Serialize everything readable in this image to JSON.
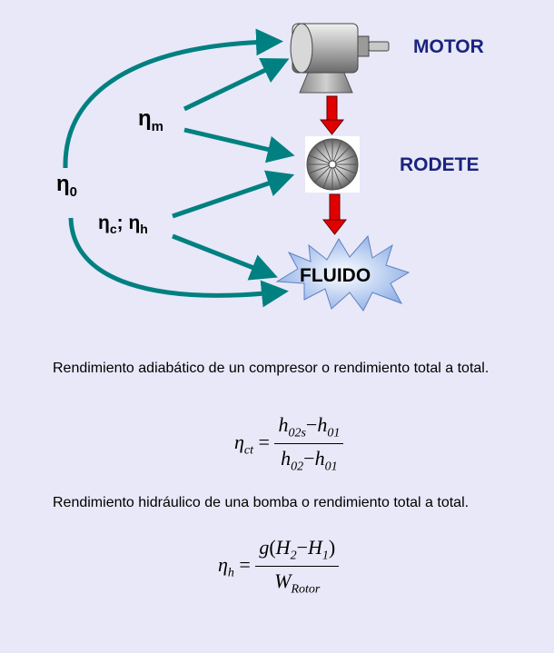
{
  "diagram": {
    "labels": {
      "motor": "MOTOR",
      "rodete": "RODETE",
      "fluido": "FLUIDO",
      "eta_symbol": "η",
      "eta0_sub": "0",
      "etam_sub": "m",
      "etac_sub": "c",
      "etah_sub": "h",
      "separator": ";"
    },
    "colors": {
      "arrow": "#008080",
      "down_arrow": "#e00000",
      "label_blue": "#1a237e",
      "background": "#e8e8f8"
    }
  },
  "texts": {
    "adiabatic": "Rendimiento adiabático de un compresor o rendimiento total a total.",
    "hydraulic": "Rendimiento hidráulico de una bomba o rendimiento total a total."
  },
  "formula1": {
    "lhs_symbol": "η",
    "lhs_sub": "ct",
    "eq": "=",
    "num_a": "h",
    "num_a_sub": "02s",
    "minus": "−",
    "num_b": "h",
    "num_b_sub": "01",
    "den_a": "h",
    "den_a_sub": "02",
    "den_b": "h",
    "den_b_sub": "01"
  },
  "formula2": {
    "lhs_symbol": "η",
    "lhs_sub": "h",
    "eq": "=",
    "num_g": "g",
    "lparen": "(",
    "num_a": "H",
    "num_a_sub": "2",
    "minus": "−",
    "num_b": "H",
    "num_b_sub": "1",
    "rparen": ")",
    "den": "W",
    "den_sub": "Rotor"
  }
}
